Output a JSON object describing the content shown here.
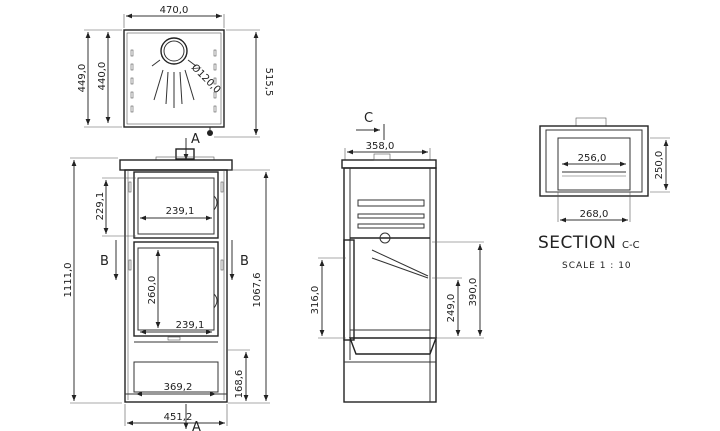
{
  "top_view": {
    "width": "470,0",
    "depth_outer": "449,0",
    "depth_inner": "440,0",
    "depth_total": "515,5",
    "flue_diameter": "Ø120,0"
  },
  "front_view": {
    "height_total": "1111,0",
    "height_body": "1067,6",
    "oven_height": "229,1",
    "oven_width": "239,1",
    "firebox_height": "260,0",
    "firebox_width": "239,1",
    "drawer_width": "369,2",
    "drawer_height": "168,6",
    "base_width": "451,2",
    "section_label_a_top": "A",
    "section_label_a_bottom": "A",
    "section_label_b_left": "B",
    "section_label_b_right": "B"
  },
  "side_view": {
    "section_label_c": "C",
    "depth": "358,0",
    "firebox_height": "316,0",
    "grate_height": "249,0",
    "chamber_height": "390,0"
  },
  "section_cc": {
    "inner_width": "256,0",
    "outer_width": "268,0",
    "height": "250,0",
    "title": "SECTION",
    "title_suffix": "C-C",
    "scale": "SCALE 1 : 10"
  }
}
